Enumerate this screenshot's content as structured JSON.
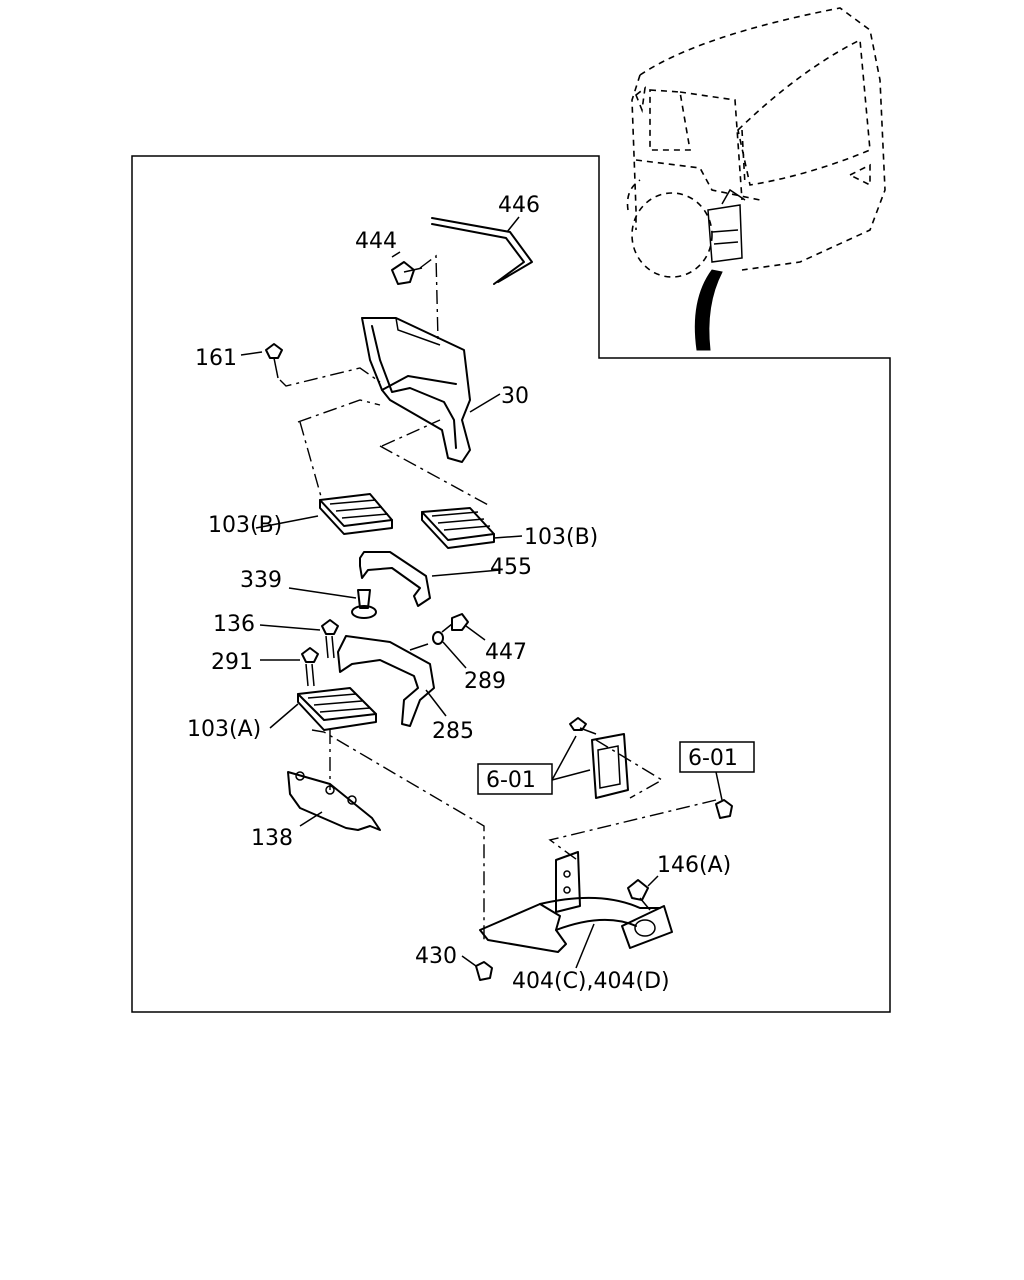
{
  "callouts": {
    "c446": "446",
    "c444": "444",
    "c161": "161",
    "c30": "30",
    "c103b_left": "103(B)",
    "c103b_right": "103(B)",
    "c339": "339",
    "c455": "455",
    "c136": "136",
    "c447": "447",
    "c291": "291",
    "c289": "289",
    "c103a": "103(A)",
    "c285": "285",
    "c601_left": "6-01",
    "c601_right": "6-01",
    "c138": "138",
    "c146a": "146(A)",
    "c430": "430",
    "c404": "404(C),404(D)"
  }
}
